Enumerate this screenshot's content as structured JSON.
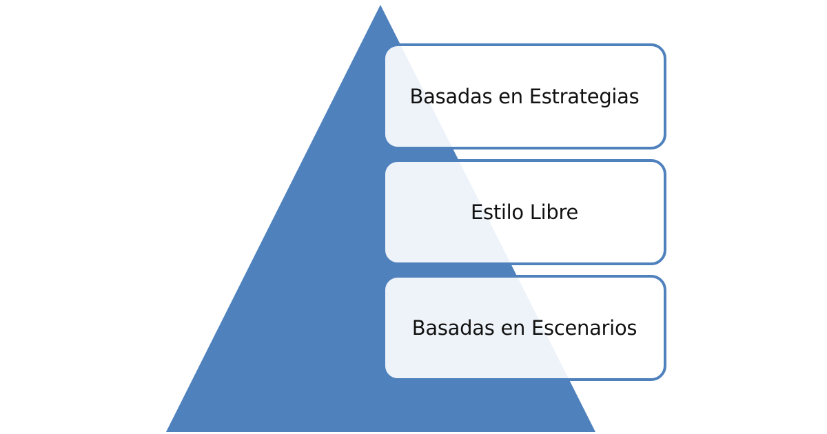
{
  "diagram": {
    "type": "pyramid-list",
    "colors": {
      "pyramid": "#4F81BD",
      "box_border": "#4F81BD",
      "box_fill": "#FFFFFF",
      "text": "#111111"
    },
    "levels": [
      {
        "label": "Basadas en Estrategias"
      },
      {
        "label": "Estilo Libre"
      },
      {
        "label": "Basadas en Escenarios"
      }
    ]
  }
}
